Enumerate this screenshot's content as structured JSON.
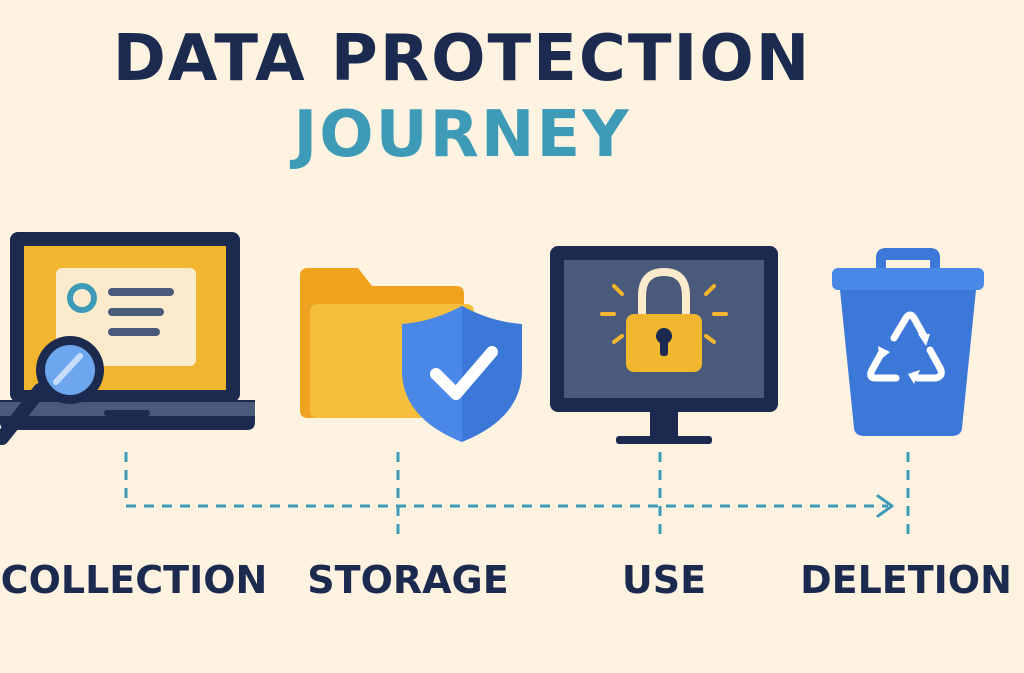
{
  "title": {
    "line1": "DATA PROTECTION",
    "line2": "JOURNEY"
  },
  "stages": [
    {
      "label": "COLLECTION",
      "icon": "laptop-magnifier-icon"
    },
    {
      "label": "STORAGE",
      "icon": "folder-shield-icon"
    },
    {
      "label": "USE",
      "icon": "monitor-lock-icon"
    },
    {
      "label": "DELETION",
      "icon": "recycle-bin-icon"
    }
  ],
  "colors": {
    "background": "#fdf3e0",
    "navy": "#1b2a4e",
    "teal": "#3d9bb8",
    "yellow": "#f2b62e",
    "blue": "#3c78d8",
    "dashed_line": "#3d9bb8"
  }
}
